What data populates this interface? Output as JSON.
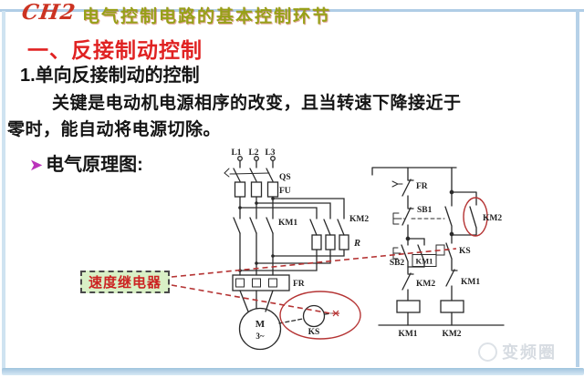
{
  "header": {
    "course_code": "CH2",
    "course_title": "电气控制电路的基本控制环节"
  },
  "title": "一、反接制动控制",
  "subtitle": "1.单向反接制动的控制",
  "body_text": "关键是电动机电源相序的改变，且当转速下降接近于零时，能自动将电源切除。",
  "bullet": {
    "arrow": "➤",
    "label": "电气原理图:"
  },
  "callout": {
    "label": "速度继电器"
  },
  "watermark": {
    "label": "变频圈"
  },
  "colors": {
    "frame_blue": "#b0cde6",
    "title_red": "#e02222",
    "header_olive": "#97a017",
    "callout_bg": "#d9f0c6",
    "callout_text": "#cc2222",
    "annotation_red": "#b53434",
    "diagram_ink": "#2a2a2a"
  },
  "diagram": {
    "phase_l1": "L1",
    "phase_l2": "L2",
    "phase_l3": "L3",
    "qs": "QS",
    "fu": "FU",
    "km1_main": "KM1",
    "km2_main": "KM2",
    "r_resistor": "R",
    "fr_heater": "FR",
    "motor": "M",
    "motor_phase": "3~",
    "ks_relay": "KS",
    "fr_contact": "FR",
    "sb1": "SB1",
    "sb2": "SB2",
    "km1_selflock": "KM1",
    "km2_selflock": "KM2",
    "ks_contact": "KS",
    "km2_interlock": "KM2",
    "km1_interlock": "KM1",
    "km1_coil_label": "KM1",
    "km2_coil_label": "KM2"
  }
}
